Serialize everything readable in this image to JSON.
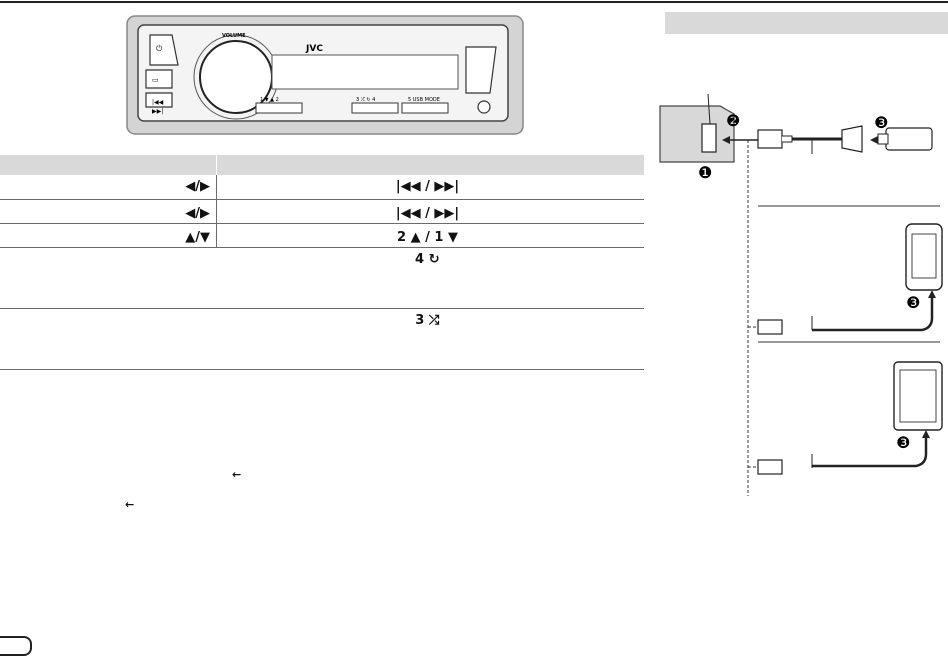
{
  "device": {
    "brand": "JVC",
    "volume_label": "VOLUME",
    "button_labels": [
      "1",
      "2",
      "3",
      "4",
      "5",
      "USB MODE"
    ]
  },
  "controls_table": {
    "rows": [
      {
        "left_symbol": "◀/▶",
        "right_symbol": "|◀◀ / ▶▶|"
      },
      {
        "left_symbol": "◀/▶",
        "right_symbol": "|◀◀ / ▶▶|"
      },
      {
        "left_symbol": "▲/▼",
        "right_symbol": "2 ▲ / 1 ▼"
      },
      {
        "left_symbol": "",
        "right_symbol": "4 ↻"
      },
      {
        "left_symbol": "",
        "right_symbol": "3 ⤮"
      }
    ]
  },
  "notes": {
    "arrow_1": "←",
    "arrow_2": "←"
  },
  "callouts": [
    "❶",
    "❷",
    "❸"
  ]
}
